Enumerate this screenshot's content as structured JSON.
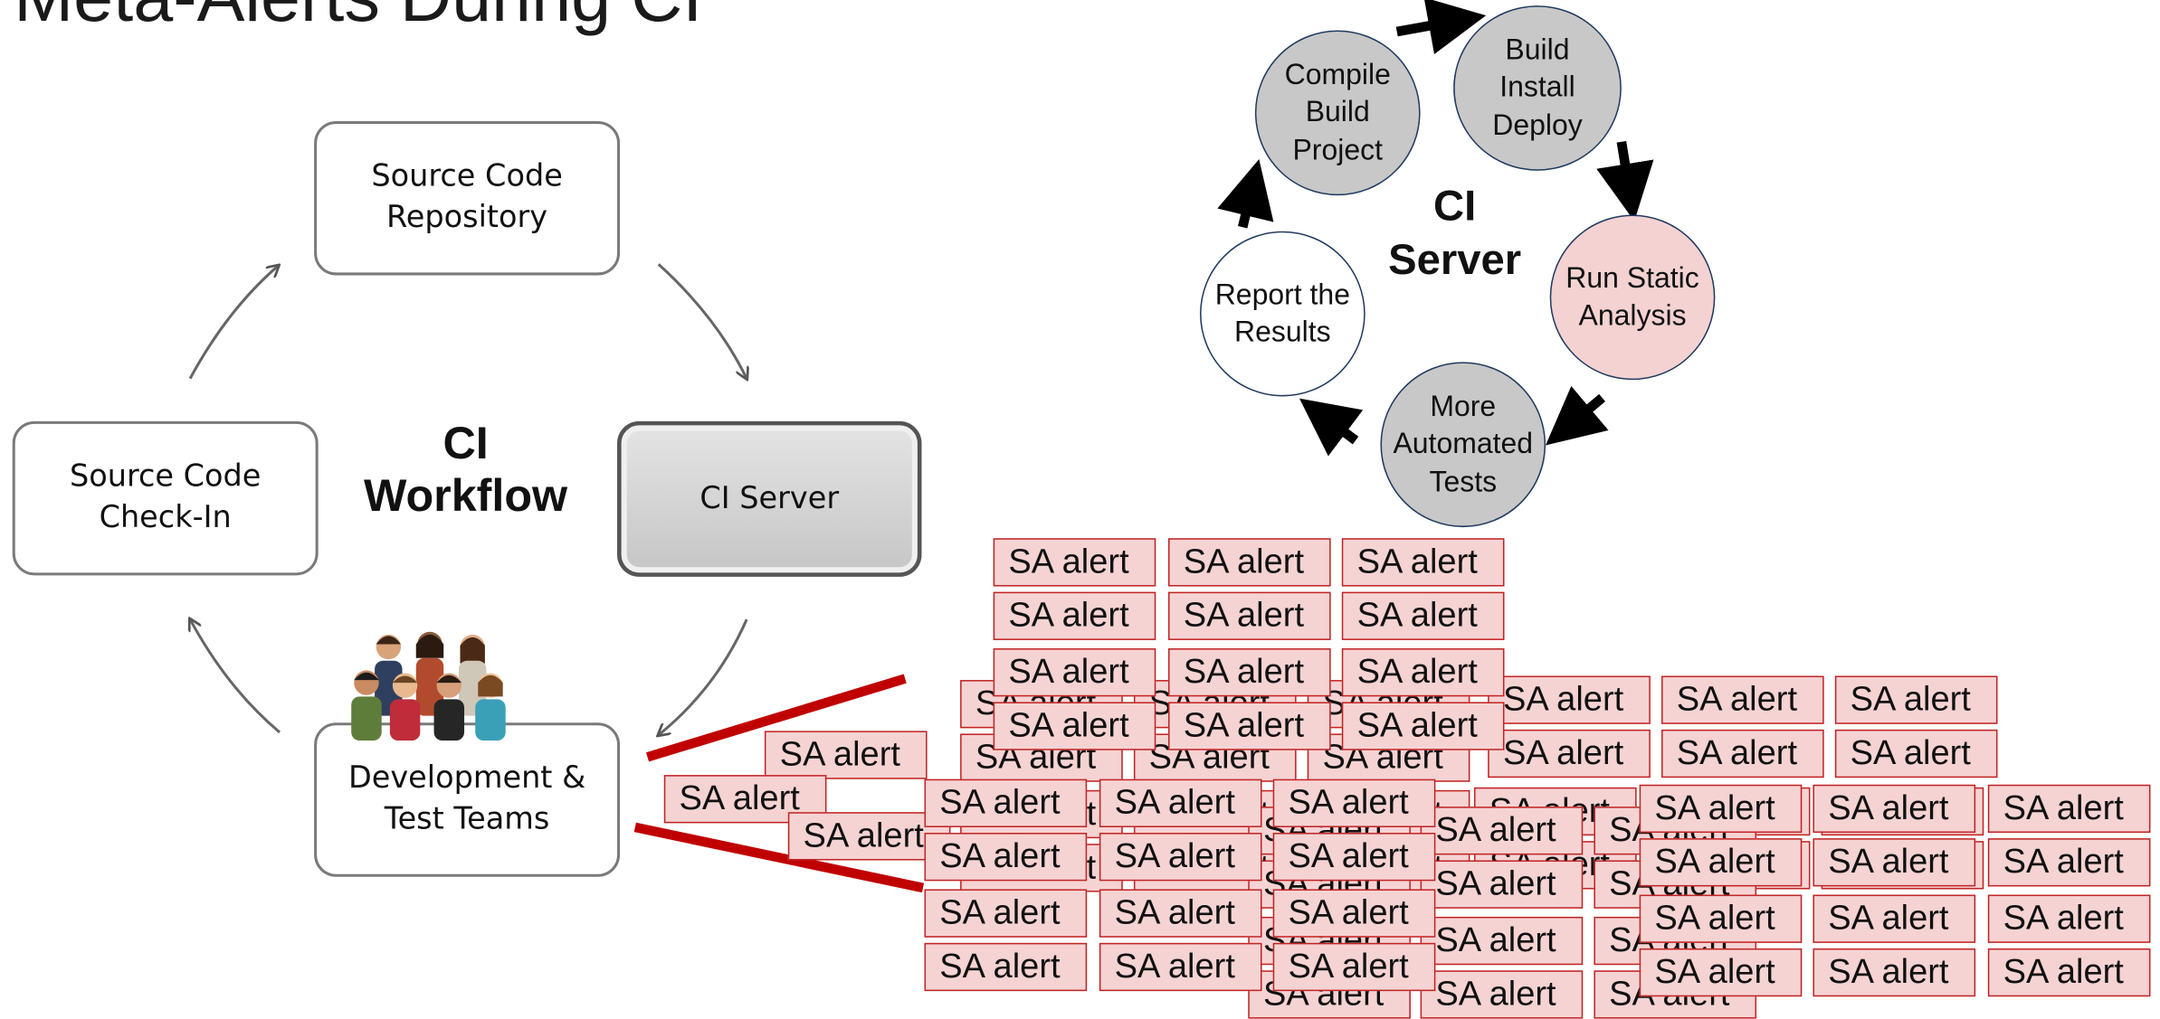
{
  "title": "Meta-Alerts During CI",
  "workflow": {
    "heading": "CI Workflow",
    "boxes": {
      "repository": "Source Code Repository",
      "checkin": "Source Code Check-In",
      "ci_server": "CI Server",
      "teams": "Development & Test Teams"
    }
  },
  "server_cycle": {
    "heading": "CI Server",
    "steps": {
      "compile": "Compile Build Project",
      "build": "Build Install Deploy",
      "static": "Run Static Analysis",
      "tests": "More Automated Tests",
      "report": "Report the Results"
    }
  },
  "alert_label": "SA alert",
  "colors": {
    "alert_fill": "#f6d3d3",
    "alert_border": "#c12424",
    "gray_step": "#c8c8c8",
    "pink_step": "#f4d2d2",
    "red_line": "#c00000"
  }
}
